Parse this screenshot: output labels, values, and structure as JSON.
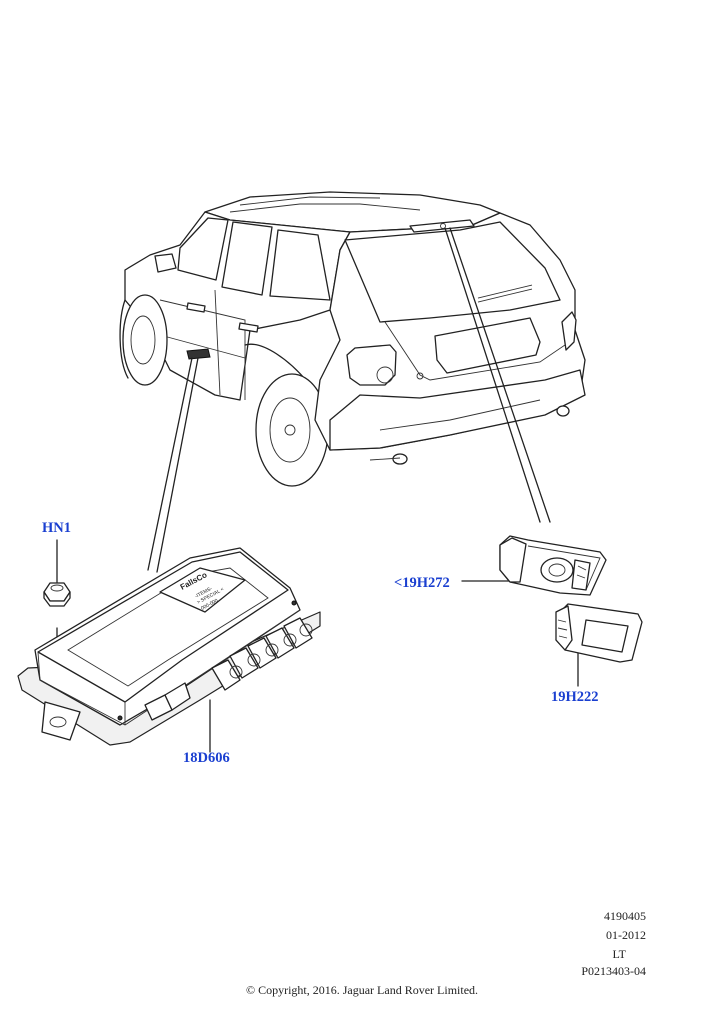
{
  "callouts": {
    "nut": "HN1",
    "control_module": "18D606",
    "camera_upper": "<19H272",
    "camera_lower": "19H222"
  },
  "drawing_info": {
    "number": "4190405",
    "date": "01-2012",
    "code": "LT",
    "reference": "P0213403-04"
  },
  "copyright": "© Copyright, 2016. Jaguar Land Rover Limited.",
  "module_label": {
    "brand": "FallsCo",
    "lines": [
      "-ITEMS-",
      "> SPECIAL <",
      "000-000"
    ]
  }
}
